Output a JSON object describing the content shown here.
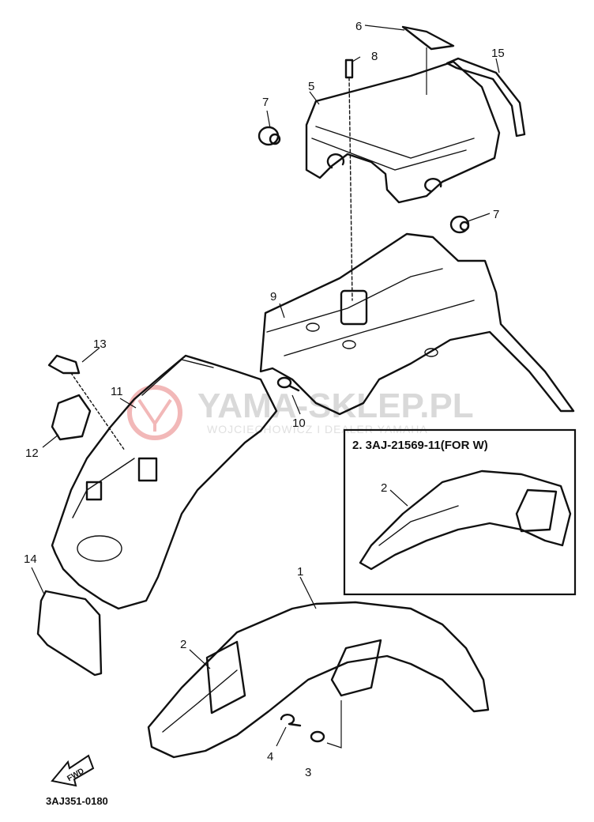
{
  "diagram": {
    "callouts": [
      "1",
      "2",
      "2",
      "3",
      "4",
      "5",
      "6",
      "7",
      "7",
      "8",
      "9",
      "10",
      "11",
      "12",
      "13",
      "14",
      "15"
    ],
    "inset": {
      "title": "2. 3AJ-21569-11(FOR W)",
      "callout": "2"
    },
    "arrow_label": "FWD",
    "code": "3AJ351-0180",
    "watermark": {
      "main": "YAMA-SKLEP.PL",
      "sub": "WOJCIECHOWICZ I DEALER YAMAHA"
    }
  }
}
